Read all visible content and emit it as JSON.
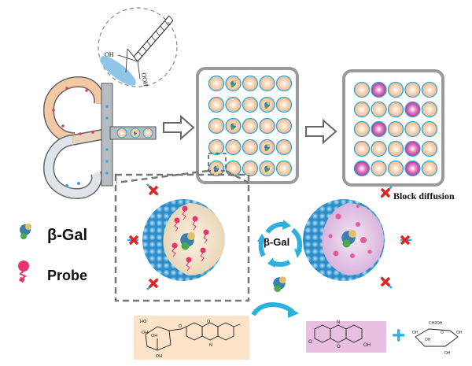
{
  "legend": {
    "enzyme_label": "β-Gal",
    "probe_label": "Probe"
  },
  "annotations": {
    "block_diffusion": "Block diffusion",
    "cycle_label": "β-Gal",
    "inset_oh_1": "OH",
    "inset_oh_2": "OOH"
  },
  "chemistry": {
    "substrate_labels": [
      "HO",
      "OH",
      "OH",
      "OH",
      "O",
      "O",
      "N"
    ],
    "product_labels": [
      "N",
      "O",
      "O",
      "OH"
    ],
    "sugar_labels": [
      "CH2OH",
      "OH",
      "O",
      "OH",
      "OH",
      "OH"
    ],
    "plus": "+"
  },
  "colors": {
    "droplet": "#f6c9a3",
    "droplet_border": "#2fa8d8",
    "positive_droplet": "#c8449a",
    "shell": "#3b9fd6",
    "arrow_blue": "#2cb0de",
    "block_x": "#e02424",
    "substrate_bg": "#fde3c8",
    "product_bg": "#e8bfe0",
    "probe": "#e8336d"
  },
  "grid1_enzyme_cells": [
    [
      0,
      1
    ],
    [
      1,
      3
    ],
    [
      2,
      1
    ],
    [
      3,
      3
    ],
    [
      4,
      0
    ],
    [
      4,
      3
    ]
  ],
  "grid2_positive_cells": [
    [
      0,
      1
    ],
    [
      1,
      3
    ],
    [
      2,
      1
    ],
    [
      3,
      3
    ],
    [
      4,
      0
    ],
    [
      4,
      3
    ]
  ]
}
